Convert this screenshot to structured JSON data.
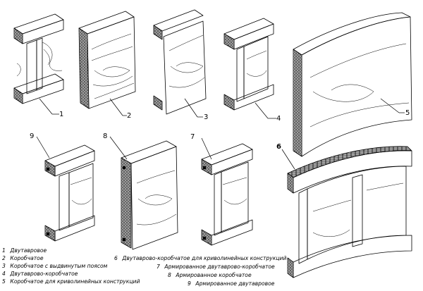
{
  "callouts": [
    "1",
    "2",
    "3",
    "4",
    "5",
    "6",
    "7",
    "8",
    "9"
  ],
  "legend": [
    {
      "num": "1",
      "text": "Двутавровое"
    },
    {
      "num": "2",
      "text": "Коробчатое"
    },
    {
      "num": "3",
      "text": "Коробчатое с выдвинутым поясом"
    },
    {
      "num": "4",
      "text": "Двутаврово-коробчатое"
    },
    {
      "num": "5",
      "text": "Коробчатое для криволинейных конструкций"
    },
    {
      "num": "6",
      "text": "Двутаврово-коробчатое для криволинейных конструкций"
    },
    {
      "num": "7",
      "text": "Армированное двутаврово-коробчатое"
    },
    {
      "num": "8",
      "text": "Армированное коробчатое"
    },
    {
      "num": "9",
      "text": "Армированное двутавровое"
    }
  ],
  "colors": {
    "ink": "#000000",
    "paper": "#ffffff"
  }
}
